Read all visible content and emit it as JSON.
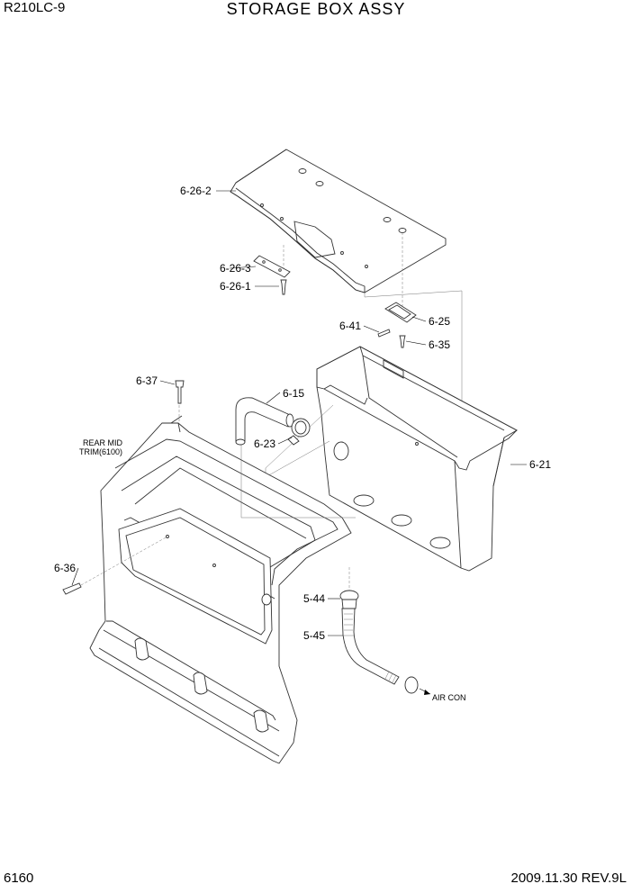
{
  "header": {
    "model": "R210LC-9",
    "title": "STORAGE BOX ASSY"
  },
  "footer": {
    "page_number": "6160",
    "revision": "2009.11.30  REV.9L"
  },
  "callouts": {
    "c_6_26_2": "6-26-2",
    "c_6_26_3": "6-26-3",
    "c_6_26_1": "6-26-1",
    "c_6_25": "6-25",
    "c_6_41": "6-41",
    "c_6_35": "6-35",
    "c_6_37": "6-37",
    "c_6_15": "6-15",
    "c_6_23": "6-23",
    "c_6_21": "6-21",
    "c_6_36": "6-36",
    "c_5_44": "5-44",
    "c_5_45": "5-45"
  },
  "notes": {
    "rear_mid_line1": "REAR MID",
    "rear_mid_line2": "TRIM(6100)",
    "air_con": "AIR CON"
  }
}
